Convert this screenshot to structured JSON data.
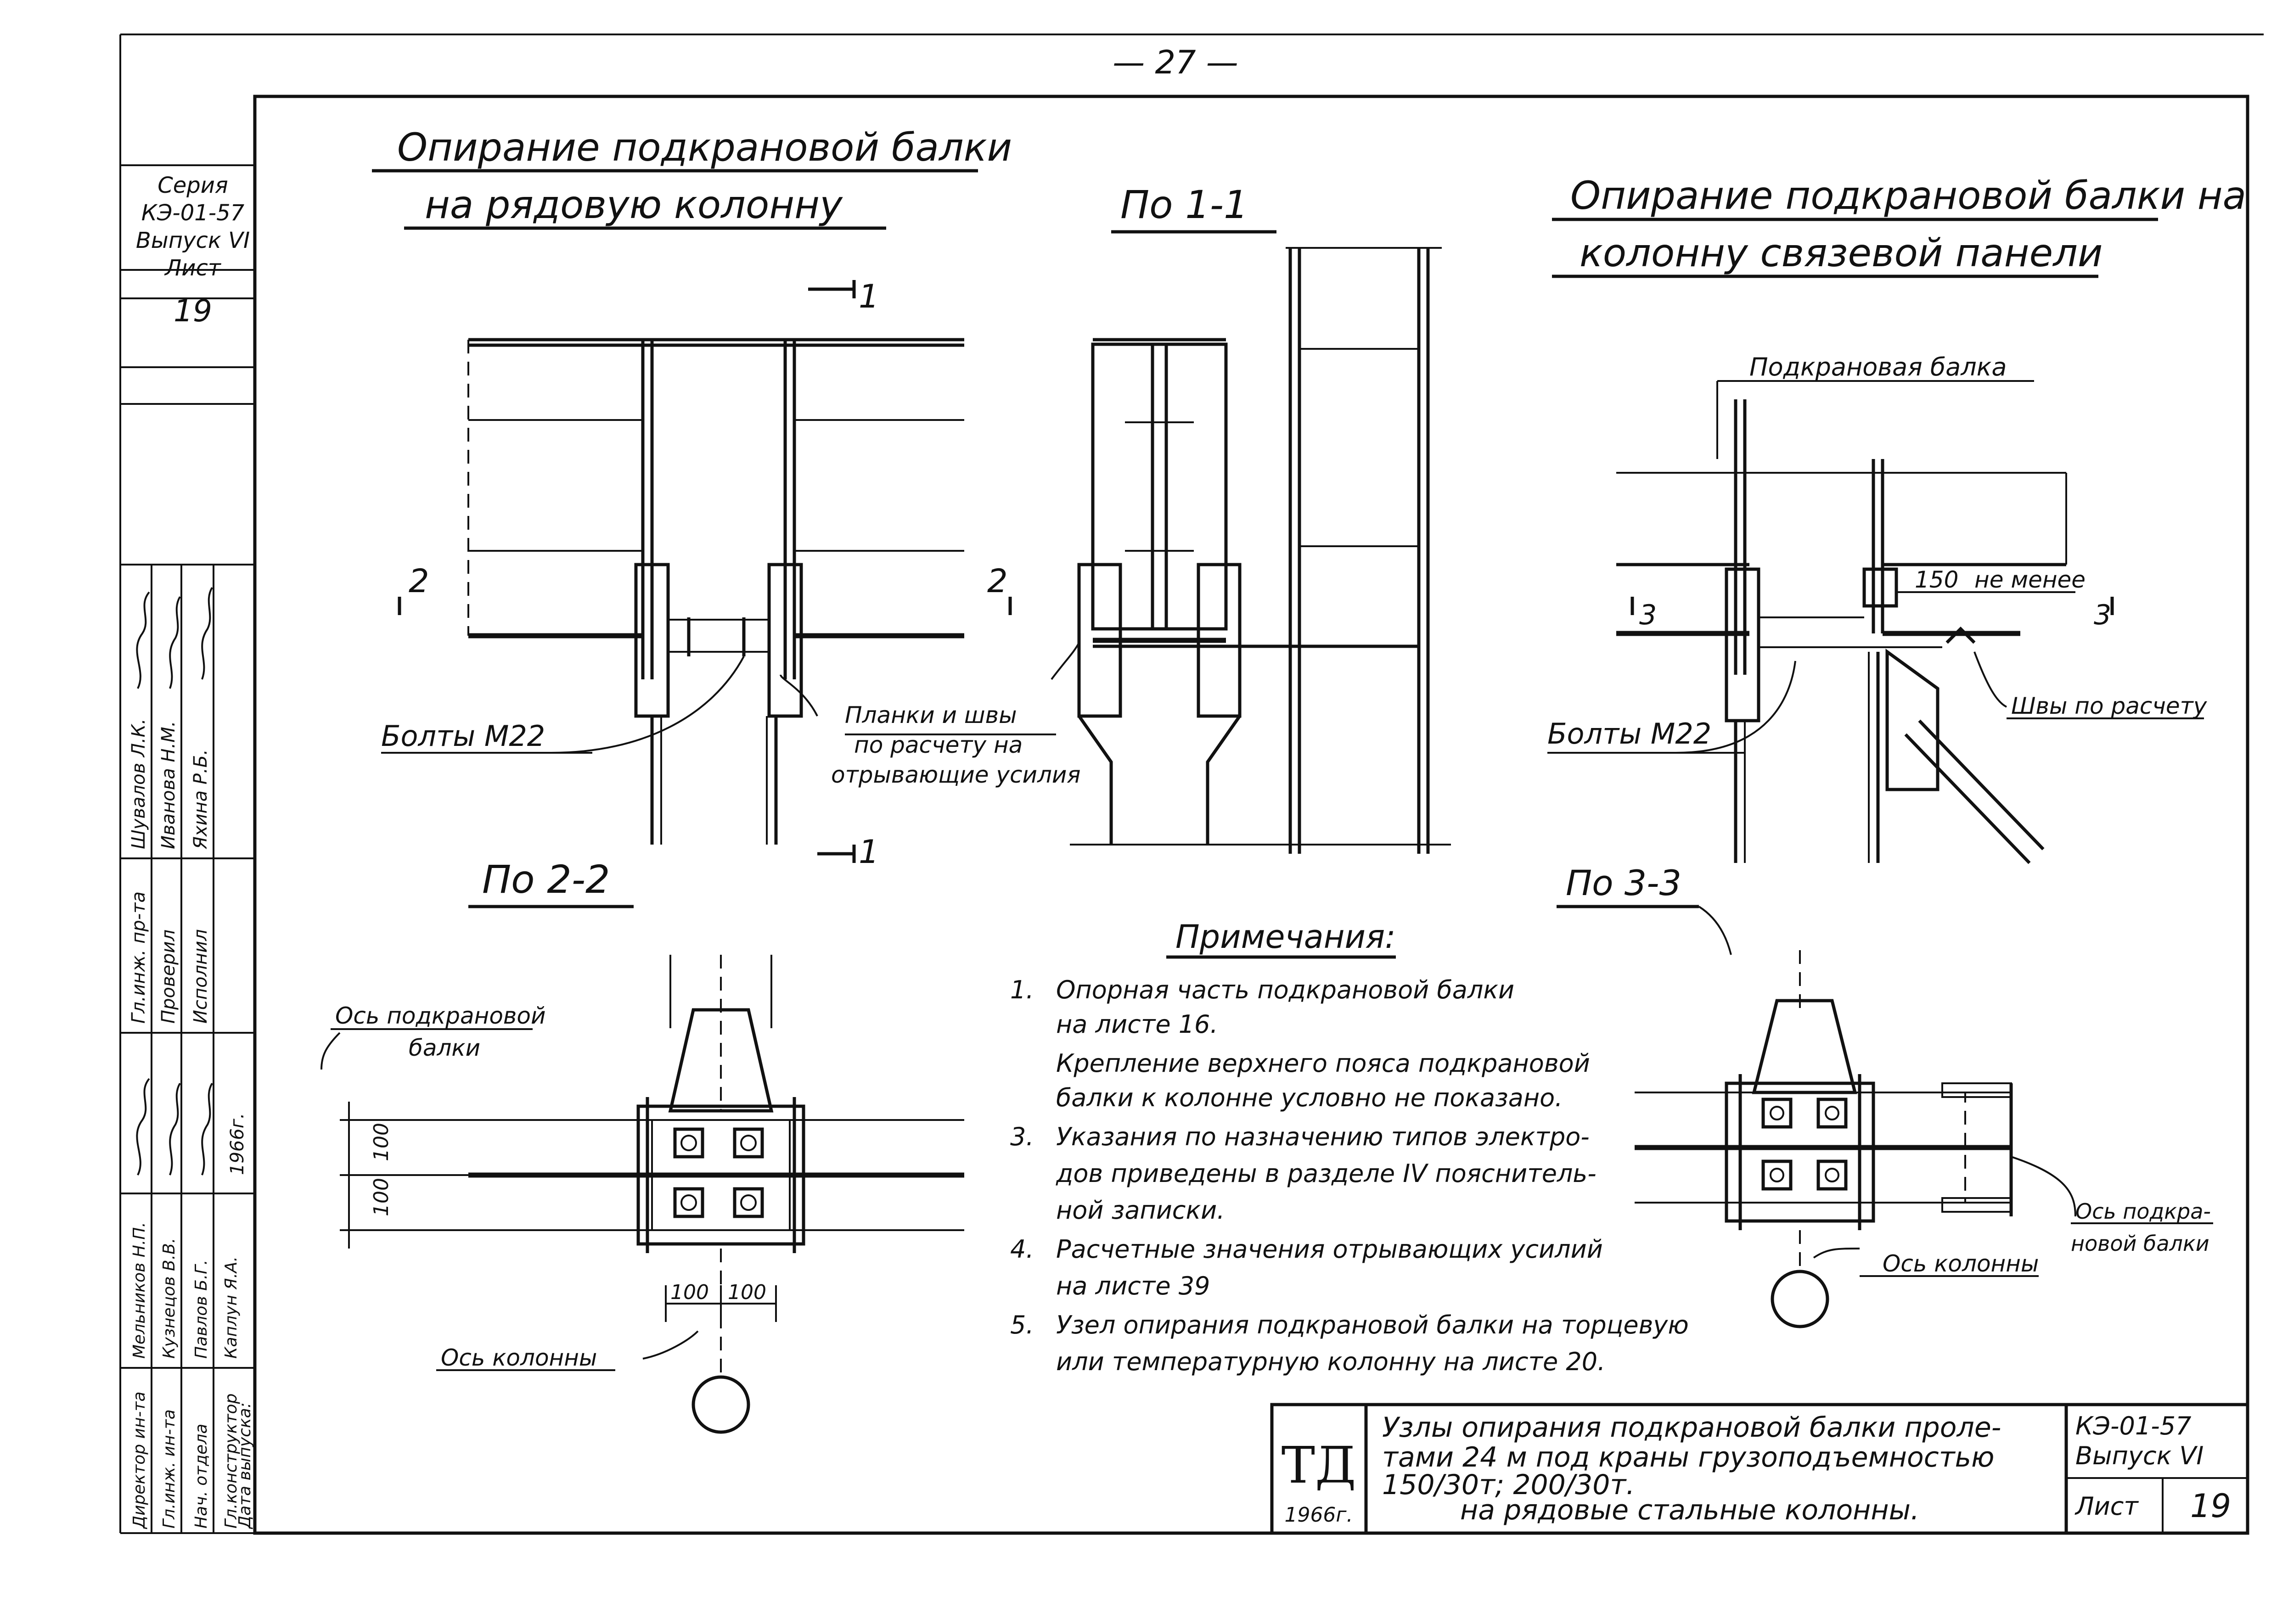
{
  "page_number": "— 27 —",
  "stamp": {
    "series_label": "Серия",
    "series_code": "КЭ-01-57",
    "issue": "Выпуск VI",
    "sheet_label": "Лист",
    "sheet_no": "19"
  },
  "signatures": {
    "row1": [
      "Гл.инж. пр-та",
      "Шувалов Л.К."
    ],
    "row2": [
      "Проверил",
      "Иванова Н.М."
    ],
    "row3": [
      "Исполнил",
      "Яхина Р.Б."
    ],
    "row4": [
      "Директор ин-та",
      "Мельников Н.П."
    ],
    "row5": [
      "Гл.инж. ин-та",
      "Кузнецов В.В."
    ],
    "row6": [
      "Нач. отдела",
      "Павлов Б.Г."
    ],
    "row7": [
      "Гл.конструктор",
      "Каплун Я.А."
    ],
    "row8": [
      "Дата выпуска:",
      "1966г."
    ]
  },
  "left_title_1": "Опирание подкрановой балки",
  "left_title_2": "на рядовую колонну",
  "right_title_1": "Опирание подкрановой балки на",
  "right_title_2": "колонну связевой панели",
  "section_1_1": "По 1-1",
  "section_2_2": "По 2-2",
  "section_3_3": "По 3-3",
  "mark_1": "1",
  "mark_2": "2",
  "mark_3": "3",
  "bolts_left": "Болты М22",
  "bolts_right": "Болты М22",
  "straps_1": "Планки и швы",
  "straps_2": "по расчету на",
  "straps_3": "отрывающие усилия",
  "crane_beam": "Подкрановая балка",
  "dim_150": "150",
  "not_less": "не менее",
  "welds": "Швы по расчету",
  "beam_axis_left_1": "Ось подкрановой",
  "beam_axis_left_2": "балки",
  "column_axis_left": "Ось колонны",
  "beam_axis_right_1": "Ось подкра-",
  "beam_axis_right_2": "новой балки",
  "column_axis_right": "Ось колонны",
  "dim_100": "100",
  "notes": {
    "heading": "Примечания:",
    "items": [
      {
        "no": "1.",
        "lines": [
          "Опорная часть подкрановой балки",
          "на листе 16.",
          "Крепление верхнего пояса подкрановой",
          "балки к колонне условно не показано."
        ]
      },
      {
        "no": "3.",
        "lines": [
          "Указания по назначению типов электро-",
          "дов приведены в разделе IV пояснитель-",
          "ной записки."
        ]
      },
      {
        "no": "4.",
        "lines": [
          "Расчетные значения отрывающих усилий",
          "на листе 39"
        ]
      },
      {
        "no": "5.",
        "lines": [
          "Узел опирания подкрановой балки на торцевую",
          "или температурную колонну на листе 20."
        ]
      }
    ]
  },
  "title_block": {
    "logo": "ТД",
    "year": "1966г.",
    "title_1": "Узлы опирания подкрановой балки проле-",
    "title_2": "тами 24 м под краны грузоподъемностью",
    "title_3": "150/30т; 200/30т.",
    "title_4": "на рядовые стальные колонны.",
    "code": "КЭ-01-57",
    "issue": "Выпуск VI",
    "sheet_label": "Лист",
    "sheet_no": "19"
  }
}
